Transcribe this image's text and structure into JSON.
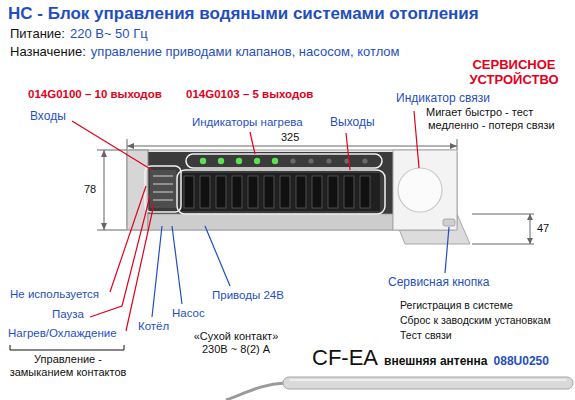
{
  "diagram": {
    "title": "НС - Блок управления водяными системами отопления",
    "labels": [
      "Питание:",
      "220 В~ 50 Гц",
      "Назначение:",
      "управление приводами клапанов, насосом, котлом",
      "СЕРВИСНОЕ УСТРОЙСТВО",
      "014G0100 – 10 выходов",
      "014G0103 – 5 выходов",
      "Индикатор связи",
      "Мигает быстро - тест",
      "медленно - потеря связи",
      "Входы",
      "Индикаторы нагрева",
      "Выходы",
      "325",
      "78",
      "47",
      "Не используется",
      "Пауза",
      "Нагрев/Охлаждение",
      "Управление - замыканием контактов",
      "Котёл",
      "Насос",
      "Приводы 24В",
      "«Сухой контакт» 230В ~ 8(2) А",
      "Сервисная кнопка",
      "Регистрация в системе",
      "Сброс к заводским установкам",
      "Тест связи",
      "CF-EA",
      "внешняя антенна",
      "088U0250"
    ]
  }
}
